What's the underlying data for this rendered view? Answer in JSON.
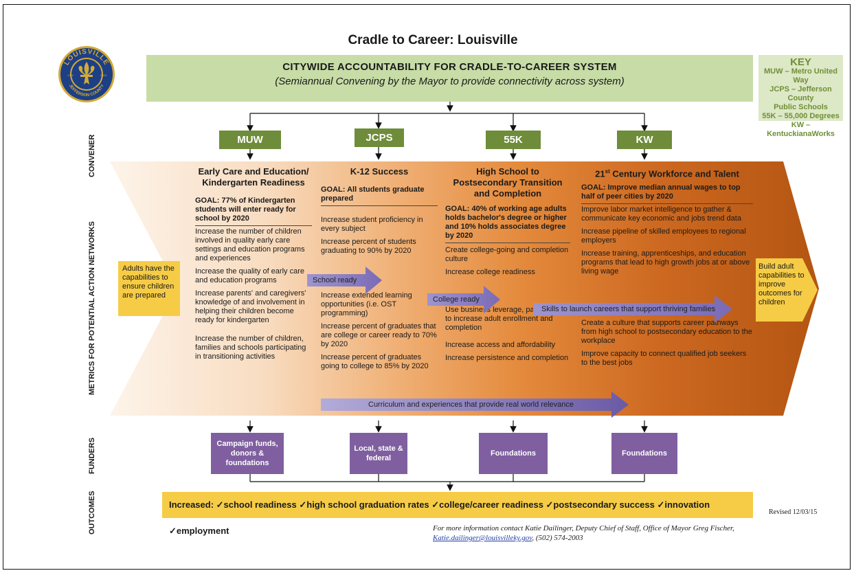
{
  "title": "Cradle to Career: Louisville",
  "seal": {
    "top_text": "LOUISVILLE",
    "bottom_text": "JEFFERSON COUNTY",
    "year_left": "1780",
    "year_right": "2003",
    "colors": {
      "blue": "#1d3f86",
      "gold": "#d3aa35"
    }
  },
  "accountability": {
    "heading": "CITYWIDE ACCOUNTABILITY FOR CRADLE-TO-CAREER SYSTEM",
    "subheading": "(Semiannual Convening by the Mayor to provide connectivity across system)"
  },
  "key": {
    "title": "KEY",
    "lines": [
      "MUW – Metro United Way",
      "JCPS – Jefferson County",
      "Public Schools",
      "55K – 55,000 Degrees",
      "KW – KentuckianaWorks"
    ]
  },
  "side_labels": {
    "convener": "CONVENER",
    "metrics": "METRICS FOR POTENTIAL ACTION NETWORKS",
    "funders": "FUNDERS",
    "outcomes": "OUTCOMES"
  },
  "conveners": [
    "MUW",
    "JCPS",
    "55K",
    "KW"
  ],
  "columns": [
    {
      "heading": "Early Care and Education/ Kindergarten Readiness",
      "goal": "GOAL: 77% of Kindergarten students will enter ready for school by 2020",
      "items": [
        "Increase the number of children involved in quality early care settings and education programs and experiences",
        "Increase the quality of early care and education programs",
        "Increase parents' and caregivers' knowledge of and involvement in helping their children become ready for kindergarten",
        "Increase the number of children, families and schools participating in transitioning activities"
      ]
    },
    {
      "heading": "K-12 Success",
      "goal": "GOAL: All students graduate prepared",
      "items": [
        "Increase student proficiency in every subject",
        "Increase percent of students graduating to 90% by 2020",
        "Increase extended learning opportunities (i.e. OST programming)",
        "Increase percent of graduates that are college or career ready to 70% by 2020",
        "Increase percent of graduates going to college to 85% by 2020"
      ]
    },
    {
      "heading": "High School to Postsecondary Transition and Completion",
      "goal": "GOAL: 40% of working age adults holds bachelor's degree or higher and 10% holds associates degree by 2020",
      "items": [
        "Create college-going and completion culture",
        "Increase college readiness",
        "Use business leverage, particularly to increase adult enrollment and completion",
        "Increase access and affordability",
        "Increase persistence and completion"
      ]
    },
    {
      "heading_main": "21",
      "heading_sup": "st",
      "heading": " Century Workforce and Talent",
      "goal": "GOAL: Improve median annual wages to top half of peer cities by 2020",
      "items": [
        "Improve labor market intelligence to gather & communicate key economic and jobs trend data",
        "Increase pipeline of skilled employees to regional employers",
        "Increase training, apprenticeships, and education programs that lead to high growth jobs at or above living wage",
        "Create a culture that supports career pathways from high school to postsecondary education to the workplace",
        "Improve capacity to connect qualified job seekers to the best jobs"
      ]
    }
  ],
  "milestones": {
    "school_ready": "School ready",
    "college_ready": "College ready",
    "skills": "Skills to launch careers that support thriving families",
    "curriculum": "Curriculum and experiences that provide real world relevance"
  },
  "left_box": "Adults have the capabilities to ensure children are prepared",
  "right_box": "Build adult capabilities to improve outcomes for children",
  "funders": [
    "Campaign funds, donors & foundations",
    "Local, state & federal",
    "Foundations",
    "Foundations"
  ],
  "outcomes_text": "Increased: ✓school readiness ✓high school graduation rates ✓college/career readiness ✓postsecondary success ✓innovation ✓employment",
  "revised": "Revised 12/03/15",
  "footer": {
    "line1": "For more information contact Katie Dailinger, Deputy Chief of Staff, Office of Mayor Greg Fischer,",
    "email": "Katie.dailinger@louisvilleky.gov",
    "phone": ", (502) 574-2003"
  }
}
